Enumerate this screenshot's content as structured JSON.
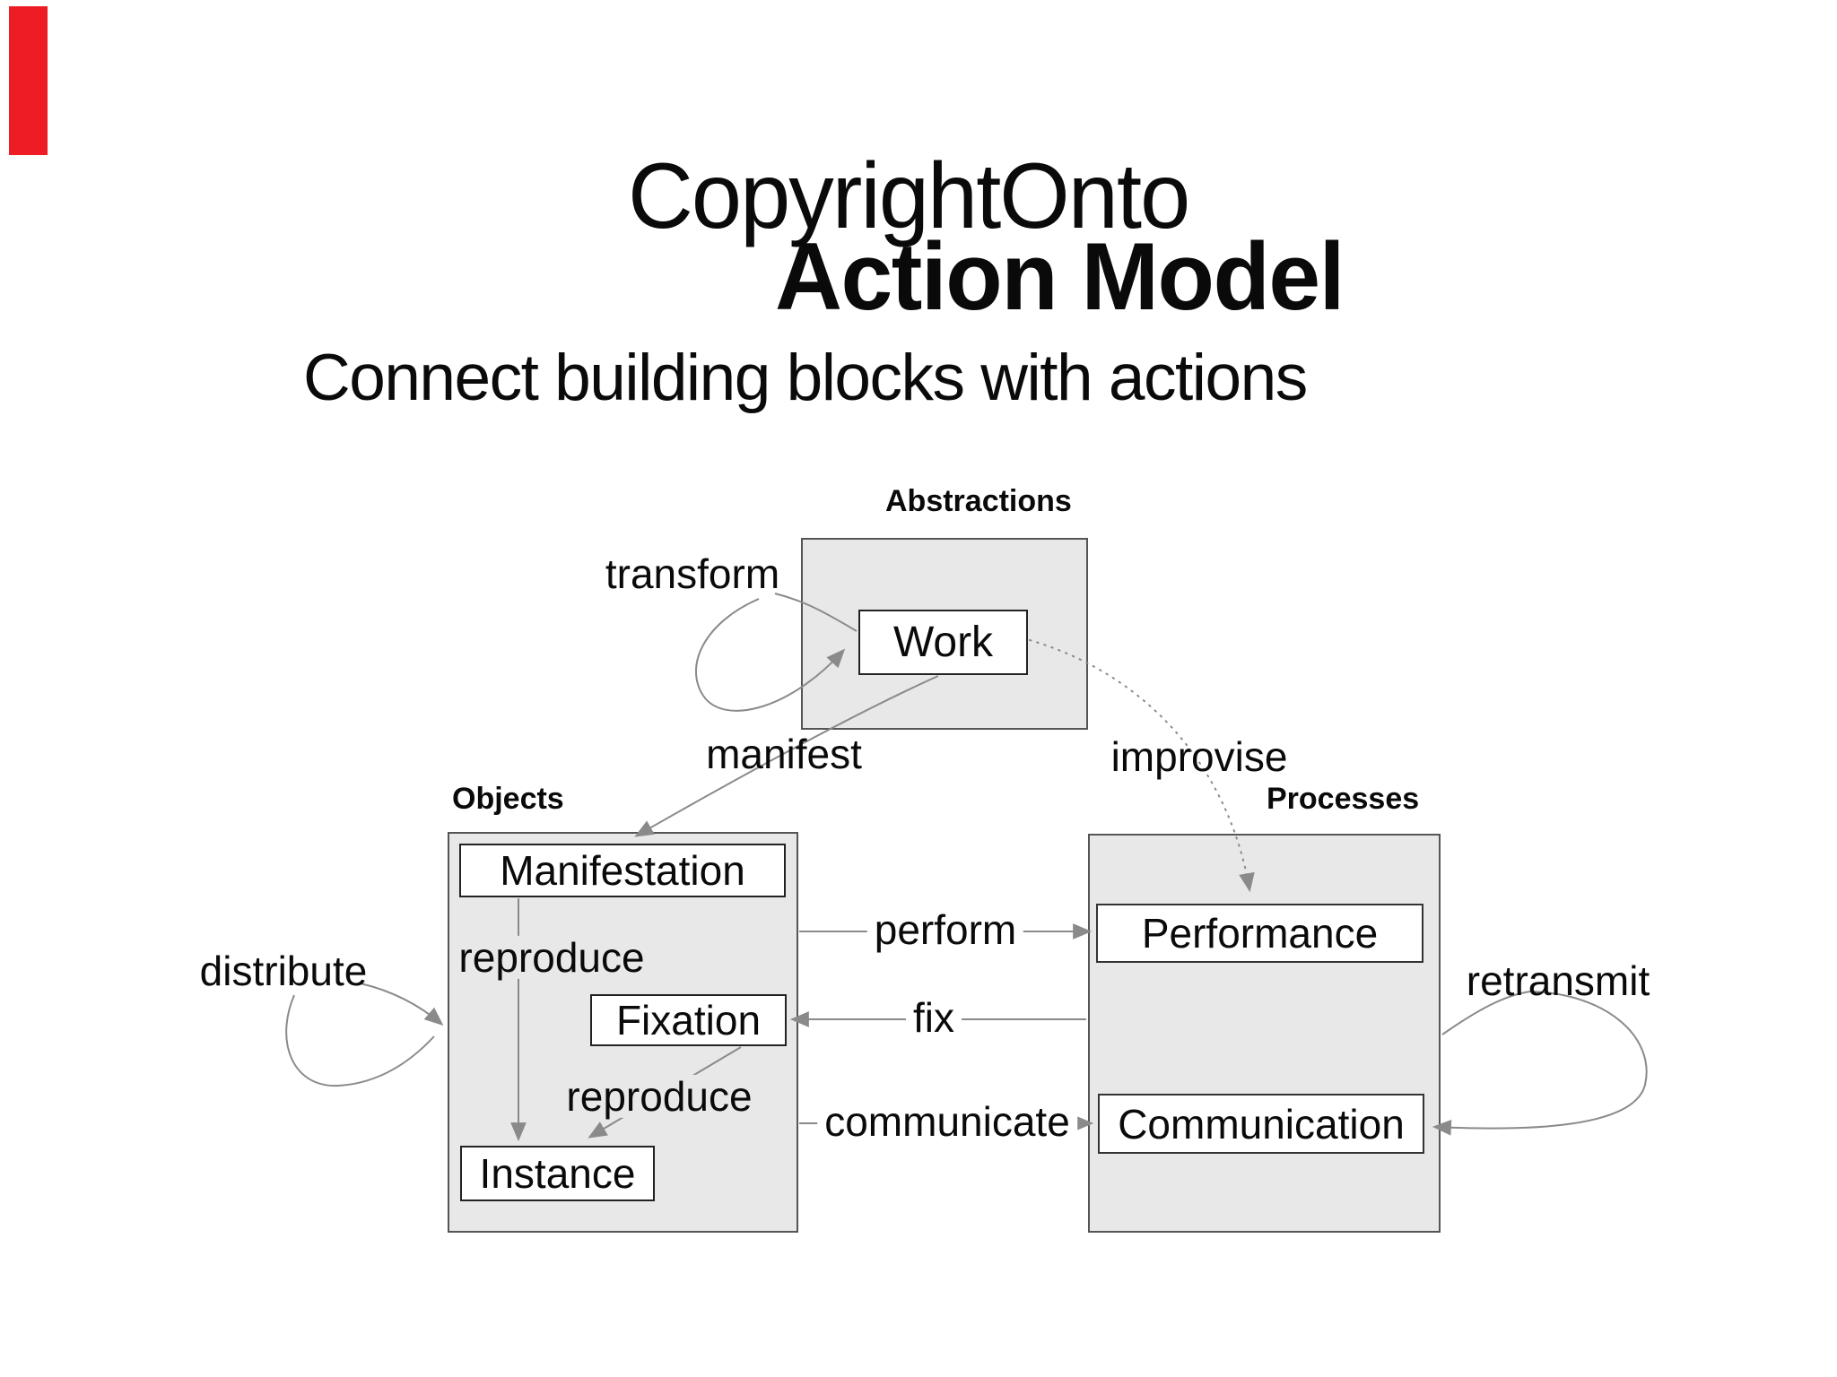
{
  "page": {
    "background": "#ffffff",
    "accent_bar_color": "#ee1c24"
  },
  "title": {
    "line1": "CopyrightOnto",
    "line2": "Action Model"
  },
  "subtitle": "Connect building blocks with actions",
  "groups": {
    "abstractions": {
      "label": "Abstractions"
    },
    "objects": {
      "label": "Objects"
    },
    "processes": {
      "label": "Processes"
    }
  },
  "nodes": {
    "work": "Work",
    "manifestation": "Manifestation",
    "fixation": "Fixation",
    "instance": "Instance",
    "performance": "Performance",
    "communication": "Communication"
  },
  "edges": {
    "transform": "transform",
    "manifest": "manifest",
    "improvise": "improvise",
    "perform": "perform",
    "fix": "fix",
    "communicate": "communicate",
    "reproduce_manifestation": "reproduce",
    "reproduce_fixation": "reproduce",
    "distribute": "distribute",
    "retransmit": "retransmit"
  },
  "colors": {
    "group_fill": "#e8e8e8",
    "group_border": "#555555",
    "node_border": "#222222",
    "edge_gray": "#8a8a8a",
    "text": "#000000"
  }
}
